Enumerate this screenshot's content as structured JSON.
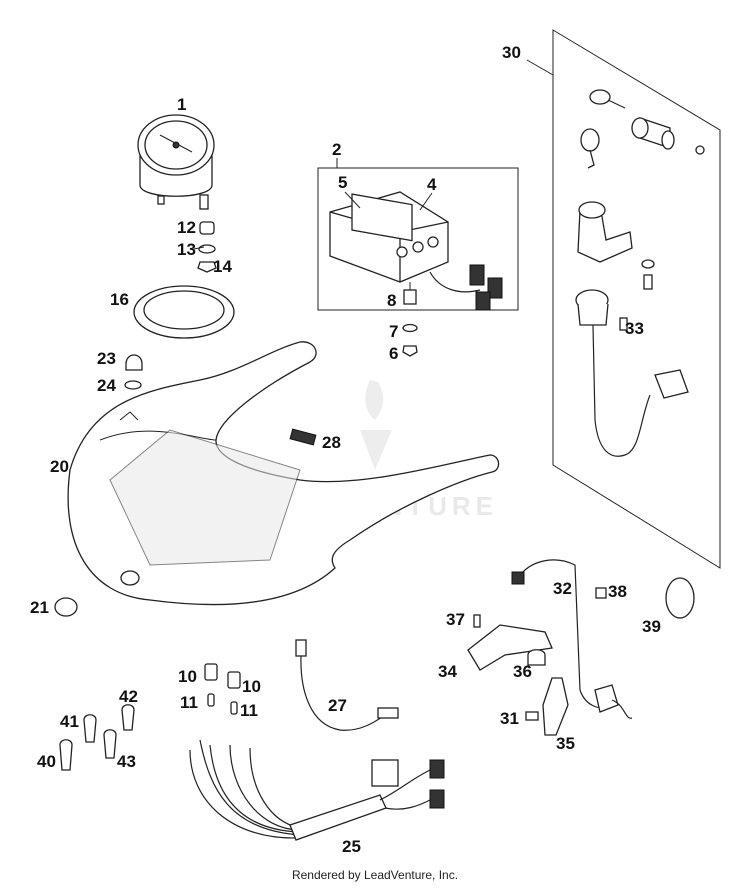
{
  "watermark": "LEADVENTURE",
  "footer": "Rendered by LeadVenture, Inc.",
  "callouts": [
    "1",
    "2",
    "4",
    "5",
    "6",
    "7",
    "8",
    "10",
    "10",
    "11",
    "11",
    "12",
    "13",
    "14",
    "16",
    "20",
    "21",
    "23",
    "24",
    "25",
    "27",
    "28",
    "30",
    "31",
    "32",
    "33",
    "34",
    "35",
    "36",
    "37",
    "38",
    "39",
    "40",
    "41",
    "42",
    "43"
  ]
}
